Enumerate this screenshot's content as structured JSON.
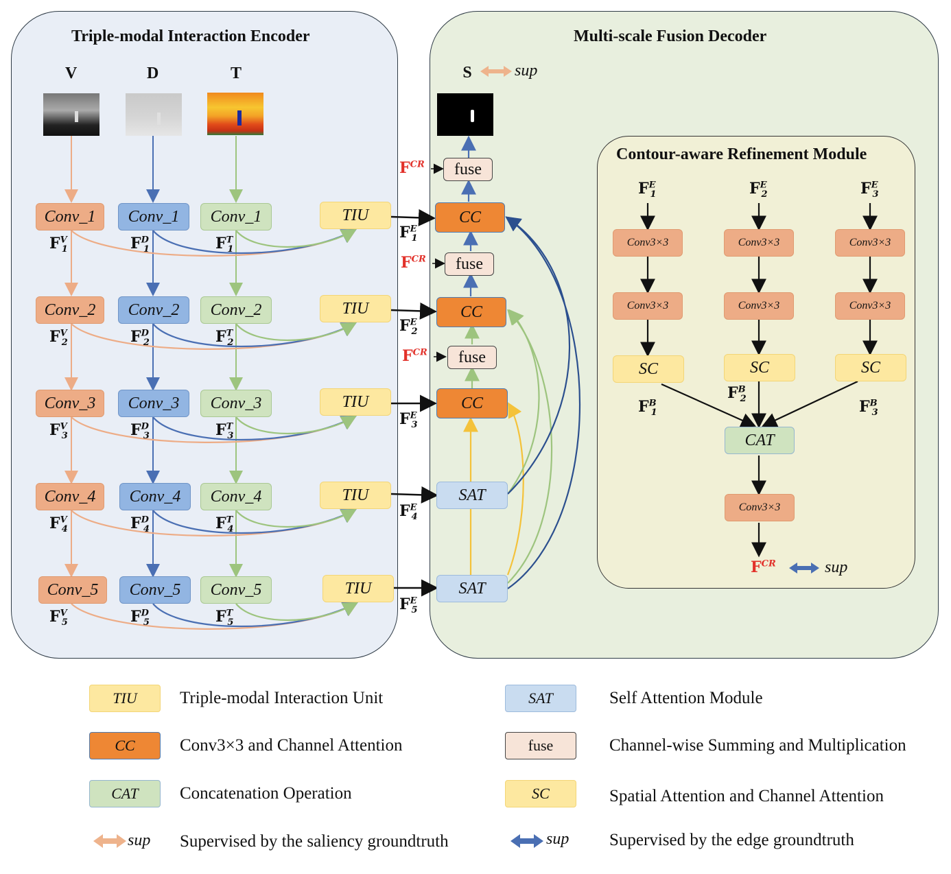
{
  "encoder": {
    "title": "Triple-modal Interaction Encoder",
    "modal_labels": {
      "v": "V",
      "d": "D",
      "t": "T"
    },
    "conv_labels": [
      "Conv_1",
      "Conv_2",
      "Conv_3",
      "Conv_4",
      "Conv_5"
    ],
    "tiu_label": "TIU",
    "feature_bases": {
      "v": "F",
      "d": "F",
      "t": "F"
    },
    "feature_sups": {
      "v": "V",
      "d": "D",
      "t": "T"
    },
    "feature_subs": [
      "1",
      "2",
      "3",
      "4",
      "5"
    ]
  },
  "decoder": {
    "title": "Multi-scale Fusion Decoder",
    "saliency_label": "S",
    "sup_label": "sup",
    "cc_label": "CC",
    "sat_label": "SAT",
    "fuse_label": "fuse",
    "fcr_base": "F",
    "fcr_sup": "CR",
    "fe_base": "F",
    "fe_sup": "E",
    "fe_subs": [
      "1",
      "2",
      "3",
      "4",
      "5"
    ]
  },
  "crm": {
    "title": "Contour-aware Refinement Module",
    "conv33_label": "Conv3×3",
    "sc_label": "SC",
    "cat_label": "CAT",
    "fe_base": "F",
    "fe_sup": "E",
    "fb_base": "F",
    "fb_sup": "B",
    "subs": [
      "1",
      "2",
      "3"
    ],
    "out_base": "F",
    "out_sup": "CR",
    "sup_label": "sup"
  },
  "legend": [
    {
      "key": "TIU",
      "text": "Triple-modal Interaction Unit"
    },
    {
      "key": "SAT",
      "text": "Self Attention Module"
    },
    {
      "key": "CC",
      "text": "Conv3×3 and Channel Attention"
    },
    {
      "key": "fuse",
      "text": "Channel-wise Summing and Multiplication"
    },
    {
      "key": "CAT",
      "text": "Concatenation Operation"
    },
    {
      "key": "SC",
      "text": "Spatial Attention and Channel Attention"
    },
    {
      "key": "sup",
      "text": "Supervised by the saliency groundtruth"
    },
    {
      "key": "sup",
      "text": "Supervised by the edge groundtruth"
    }
  ],
  "colors": {
    "visible_arrow": "#edac86",
    "depth_arrow": "#4a6fb3",
    "thermal_arrow": "#9dc47e",
    "yellow_arrow": "#f4c23a",
    "fcr_red": "#e2312a",
    "saliency_sup_arrow": "#eeb38c",
    "edge_sup_arrow": "#4a6fb3"
  }
}
